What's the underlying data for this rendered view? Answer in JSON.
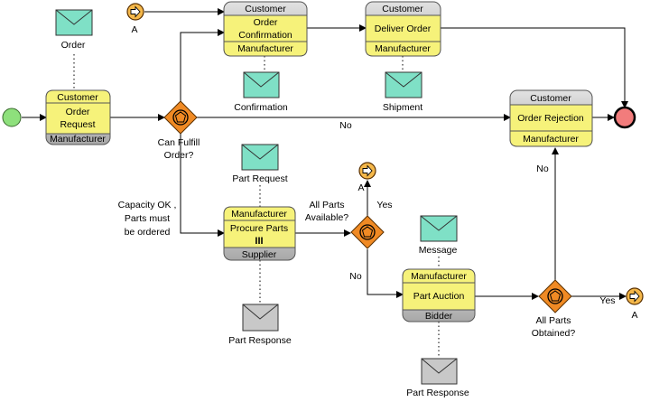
{
  "colors": {
    "task_fill": "#f6f27a",
    "pool_header": "#c8c8c8",
    "gateway": "#f08a24",
    "start": "#8ee07c",
    "end": "#f27c7c",
    "message": "#7fe0c6",
    "message_gray": "#c8c8c8",
    "link": "#f5b84a"
  },
  "tasks": [
    {
      "id": "order-request",
      "top": "Customer",
      "name": [
        "Order",
        "Request"
      ],
      "bottom": "Manufacturer"
    },
    {
      "id": "order-confirmation",
      "top": "Customer",
      "name": [
        "Order",
        "Confirmation"
      ],
      "bottom": "Manufacturer"
    },
    {
      "id": "deliver-order",
      "top": "Customer",
      "name": [
        "Deliver Order"
      ],
      "bottom": "Manufacturer"
    },
    {
      "id": "order-rejection",
      "top": "Customer",
      "name": [
        "Order Rejection"
      ],
      "bottom": "Manufacturer"
    },
    {
      "id": "procure-parts",
      "top": "Manufacturer",
      "name": [
        "Procure Parts"
      ],
      "bottom": "Supplier",
      "marker": "III"
    },
    {
      "id": "part-auction",
      "top": "Manufacturer",
      "name": [
        "Part Auction"
      ],
      "bottom": "Bidder"
    }
  ],
  "messages": [
    {
      "id": "order",
      "label": "Order"
    },
    {
      "id": "confirmation",
      "label": "Confirmation"
    },
    {
      "id": "shipment",
      "label": "Shipment"
    },
    {
      "id": "part-request",
      "label": "Part Request"
    },
    {
      "id": "message",
      "label": "Message"
    },
    {
      "id": "part-response-1",
      "label": "Part Response"
    },
    {
      "id": "part-response-2",
      "label": "Part Response"
    }
  ],
  "gateways": [
    {
      "id": "can-fulfill",
      "label": [
        "Can Fulfill",
        "Order?"
      ]
    },
    {
      "id": "all-parts-available",
      "label": [
        "All Parts",
        "Available?"
      ]
    },
    {
      "id": "all-parts-obtained",
      "label": [
        "All Parts",
        "Obtained?"
      ]
    }
  ],
  "links": [
    {
      "id": "link-top",
      "label": "A"
    },
    {
      "id": "link-mid",
      "label": "A"
    },
    {
      "id": "link-right",
      "label": "A"
    }
  ],
  "flow_labels": {
    "no_rejection": "No",
    "capacity": [
      "Capacity OK ,",
      "Parts must",
      "be ordered"
    ],
    "yes_available": "Yes",
    "no_available": "No",
    "no_obtained": "No",
    "yes_obtained": "Yes"
  }
}
